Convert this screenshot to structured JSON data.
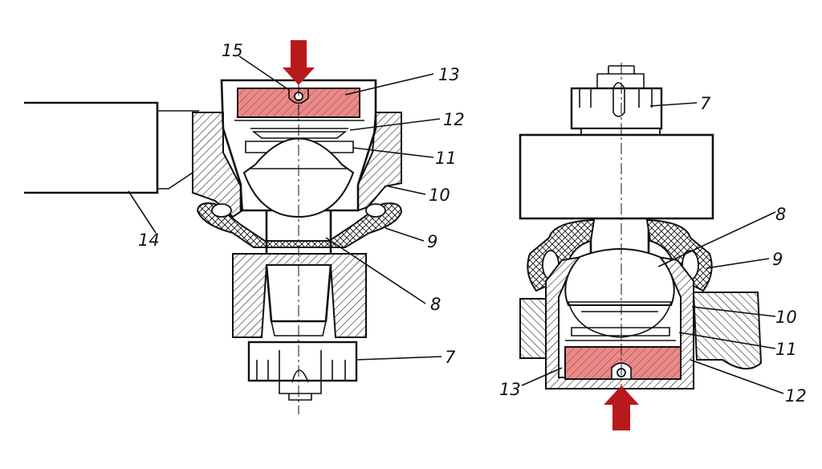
{
  "colors": {
    "highlight": "#e88a8a",
    "arrow": "#b8191b",
    "ink": "#111111",
    "background": "#ffffff"
  },
  "left_view": {
    "labels": {
      "l15": "15",
      "l13": "13",
      "l12": "12",
      "l11": "11",
      "l10": "10",
      "l9": "9",
      "l8": "8",
      "l7": "7",
      "l14": "14"
    }
  },
  "right_view": {
    "labels": {
      "l7": "7",
      "l8": "8",
      "l9": "9",
      "l10": "10",
      "l11": "11",
      "l12": "12",
      "l13": "13"
    }
  }
}
